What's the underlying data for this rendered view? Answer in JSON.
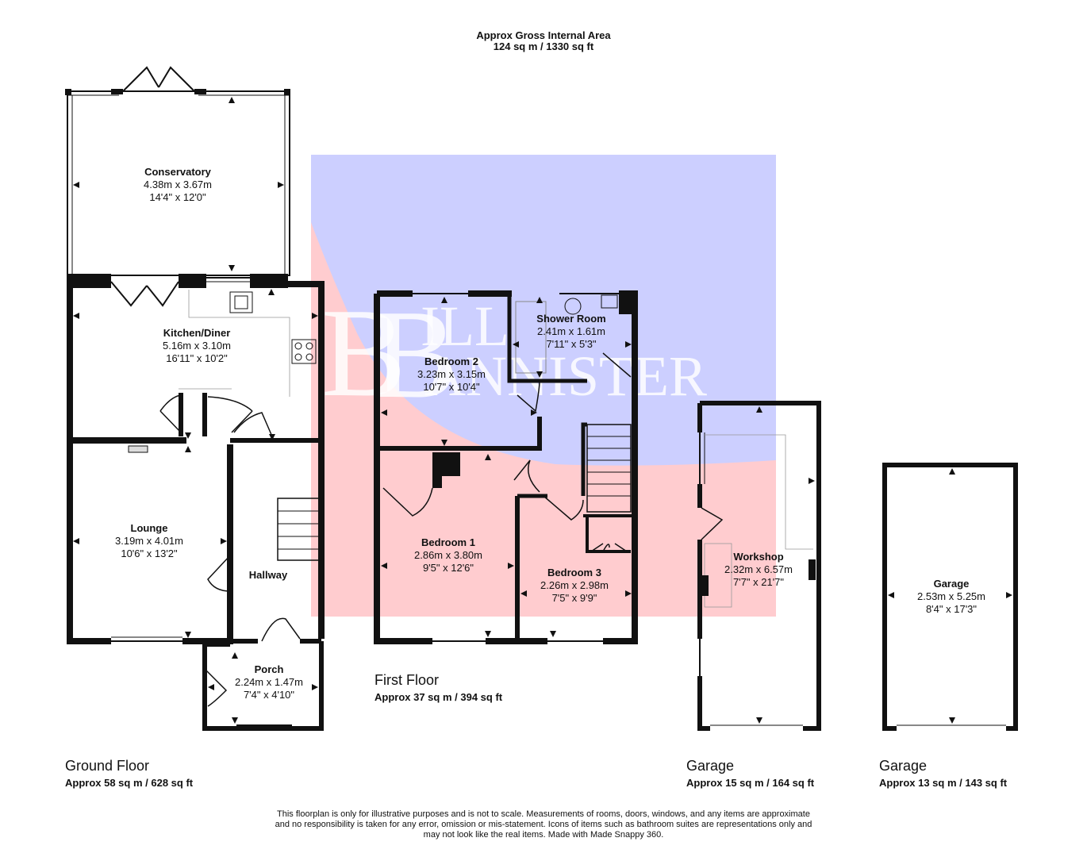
{
  "header": {
    "line1": "Approx Gross Internal Area",
    "line2": "124 sq m / 1330 sq ft"
  },
  "watermark": {
    "text": "BILL BANNISTER"
  },
  "floors": {
    "ground": {
      "label": "Ground Floor",
      "area": "Approx 58 sq m / 628 sq ft"
    },
    "first": {
      "label": "First Floor",
      "area": "Approx 37 sq m / 394 sq ft"
    },
    "garage_workshop": {
      "label": "Garage",
      "area": "Approx 15 sq m / 164 sq ft"
    },
    "garage": {
      "label": "Garage",
      "area": "Approx 13 sq m / 143 sq ft"
    }
  },
  "rooms": {
    "conservatory": {
      "name": "Conservatory",
      "metric": "4.38m x 3.67m",
      "imperial": "14'4\" x 12'0\""
    },
    "kitchen": {
      "name": "Kitchen/Diner",
      "metric": "5.16m x 3.10m",
      "imperial": "16'11\" x 10'2\""
    },
    "lounge": {
      "name": "Lounge",
      "metric": "3.19m x 4.01m",
      "imperial": "10'6\" x 13'2\""
    },
    "hallway": {
      "name": "Hallway"
    },
    "porch": {
      "name": "Porch",
      "metric": "2.24m x 1.47m",
      "imperial": "7'4\" x 4'10\""
    },
    "bedroom2": {
      "name": "Bedroom 2",
      "metric": "3.23m x 3.15m",
      "imperial": "10'7\" x 10'4\""
    },
    "shower": {
      "name": "Shower Room",
      "metric": "2.41m x 1.61m",
      "imperial": "7'11\" x 5'3\""
    },
    "bedroom1": {
      "name": "Bedroom 1",
      "metric": "2.86m x 3.80m",
      "imperial": "9'5\" x 12'6\""
    },
    "bedroom3": {
      "name": "Bedroom 3",
      "metric": "2.26m x 2.98m",
      "imperial": "7'5\" x 9'9\""
    },
    "workshop": {
      "name": "Workshop",
      "metric": "2.32m x 6.57m",
      "imperial": "7'7\" x 21'7\""
    },
    "garage": {
      "name": "Garage",
      "metric": "2.53m x 5.25m",
      "imperial": "8'4\" x 17'3\""
    }
  },
  "disclaimer": {
    "line1": "This floorplan is only for illustrative purposes and is not to scale. Measurements of rooms, doors, windows, and any items are approximate",
    "line2": "and no responsibility is taken for any error, omission or mis-statement. Icons of items such as bathroom suites are representations only and",
    "line3": "may not look like the real items. Made with Made Snappy 360."
  },
  "colors": {
    "wall": "#111111",
    "watermark_blue": "#cccfff",
    "watermark_red": "#ffcccf",
    "watermark_text": "#ffffff"
  }
}
